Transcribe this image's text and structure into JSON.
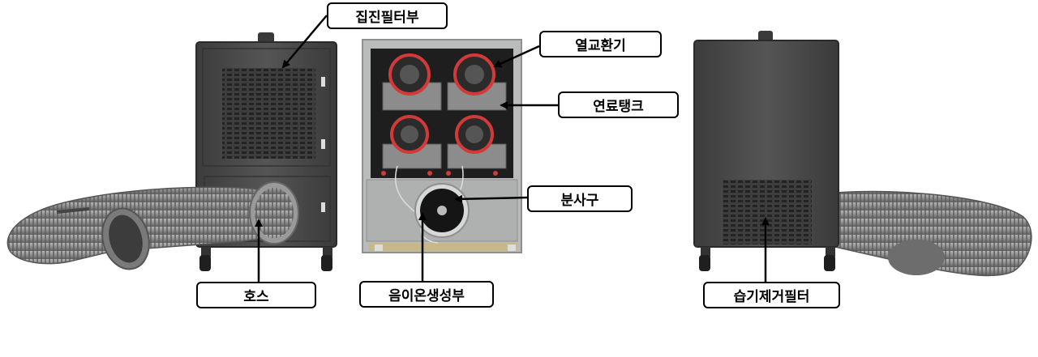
{
  "labels": {
    "dust_filter": "집진필터부",
    "heat_exchanger": "열교환기",
    "fuel_tank": "연료탱크",
    "nozzle": "분사구",
    "hose": "호스",
    "anion_generator": "음이온생성부",
    "dehumidify_filter": "습기제거필터"
  },
  "colors": {
    "housing": "#4a4a4a",
    "housing_dark": "#2f2f2f",
    "hose": "#8a8a8a",
    "interior_panel": "#b9bcbb",
    "heater_red": "#d23a3a",
    "arrow": "#000000"
  }
}
